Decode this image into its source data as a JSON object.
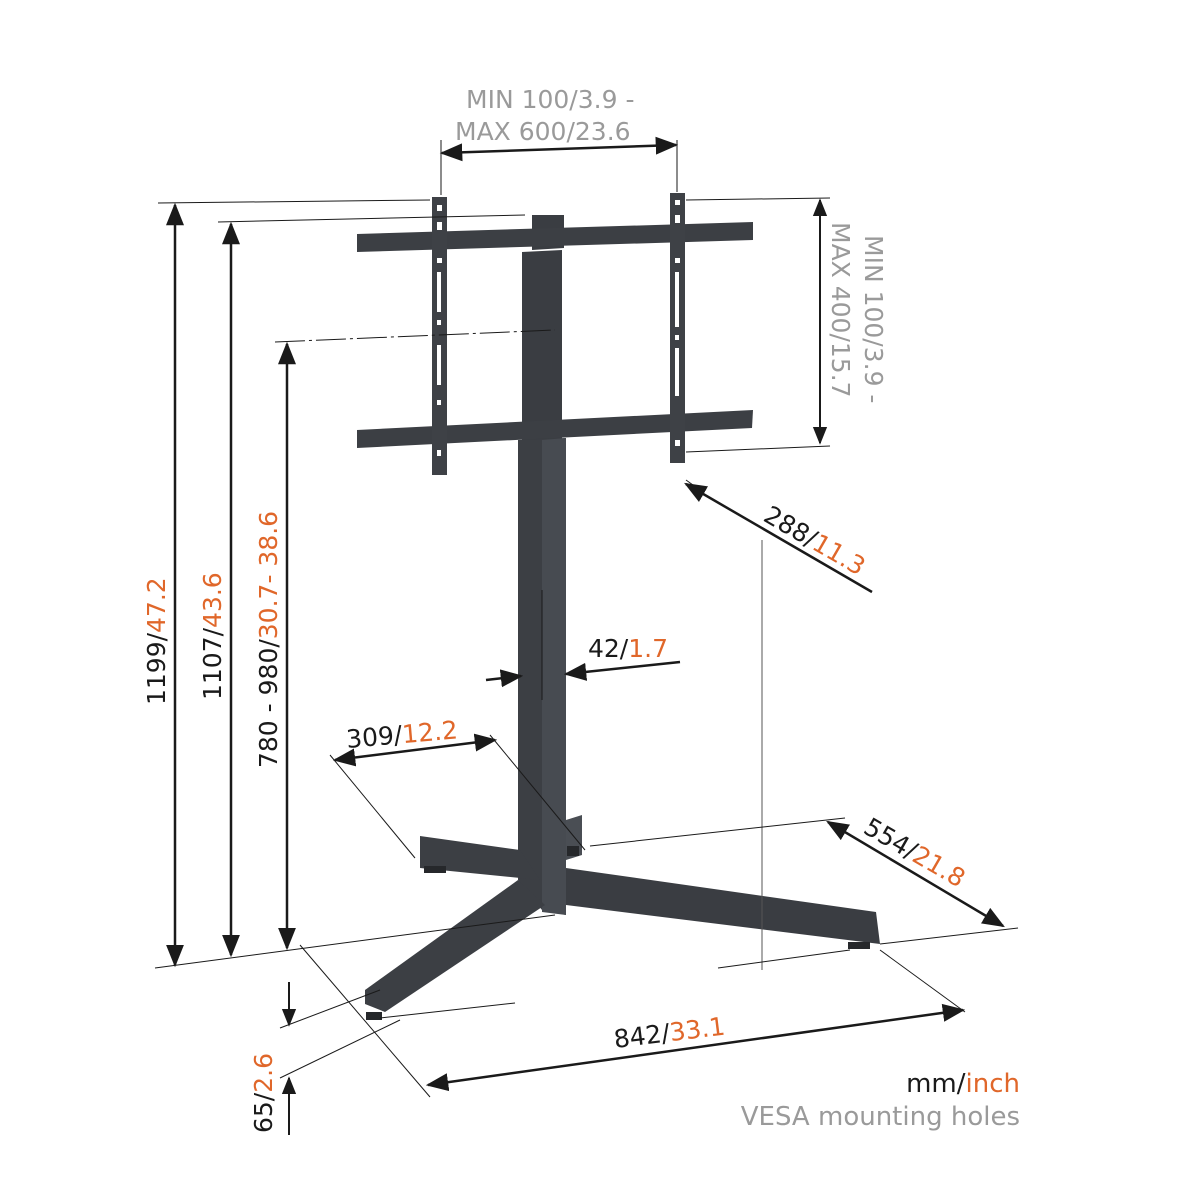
{
  "colors": {
    "steel": "#3c3f44",
    "steel_light": "#4a4e54",
    "dimension_line": "#1a1a1a",
    "mm_text": "#1a1a1a",
    "inch_text": "#e0672a",
    "vesa_text": "#9a9a9a"
  },
  "dimensions": {
    "vesa_width": {
      "line1": "MIN 100/",
      "line1_inch": "3.9 -",
      "line2": "MAX 600/",
      "line2_inch": "23.6"
    },
    "vesa_height": {
      "line1": "MIN 100/3.9 -",
      "line2": "MAX 400/15.7"
    },
    "total_height": {
      "mm": "1199/",
      "inch": "47.2"
    },
    "top_height": {
      "mm": "1107/",
      "inch": "43.6"
    },
    "center_height": {
      "mm": "780 - 980/",
      "inch": "30.7- 38.6"
    },
    "wall_distance": {
      "mm": "288/",
      "inch": "11.3"
    },
    "column_width": {
      "mm": "42/",
      "inch": "1.7"
    },
    "foot_rear": {
      "mm": "309/",
      "inch": "12.2"
    },
    "foot_side": {
      "mm": "554/",
      "inch": "21.8"
    },
    "base_width": {
      "mm": "842/",
      "inch": "33.1"
    },
    "foot_height": {
      "mm": "65/",
      "inch": "2.6"
    }
  },
  "legend": {
    "units_mm": "mm/",
    "units_inch": "inch",
    "vesa_note": "VESA mounting holes"
  }
}
